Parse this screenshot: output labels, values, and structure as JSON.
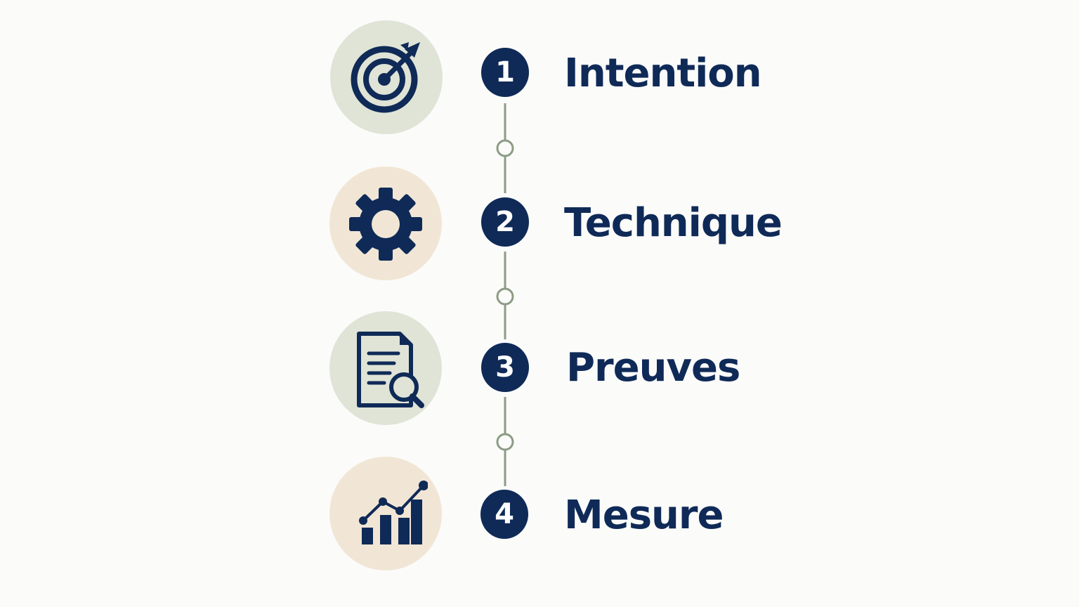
{
  "colors": {
    "navy": "#0f2a57",
    "sage_bg": "#dfe4d6",
    "beige_bg": "#f1e6d5",
    "connector": "#8c9c84",
    "background": "#fbfbfa"
  },
  "steps": [
    {
      "number": "1",
      "label": "Intention",
      "icon": "target-icon",
      "icon_bg": "sage"
    },
    {
      "number": "2",
      "label": "Technique",
      "icon": "gear-icon",
      "icon_bg": "beige"
    },
    {
      "number": "3",
      "label": "Preuves",
      "icon": "document-search-icon",
      "icon_bg": "sage"
    },
    {
      "number": "4",
      "label": "Mesure",
      "icon": "bar-chart-trend-icon",
      "icon_bg": "beige"
    }
  ]
}
